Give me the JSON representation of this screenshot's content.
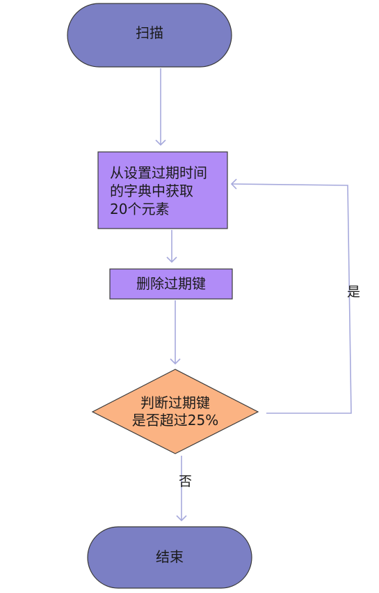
{
  "nodes": {
    "start": {
      "label": "扫描",
      "fill": "#7b7fc4"
    },
    "fetch": {
      "lines": [
        "从设置过期时间",
        "的字典中获取",
        "20个元素"
      ],
      "fill": "#b18cf7"
    },
    "delete": {
      "label": "删除过期键",
      "fill": "#b18cf7"
    },
    "decision": {
      "lines": [
        "判断过期键",
        "是否超过25%"
      ],
      "fill": "#fbb383"
    },
    "end": {
      "label": "结束",
      "fill": "#7b7fc4"
    }
  },
  "edges": {
    "yes_label": "是",
    "no_label": "否"
  },
  "colors": {
    "stroke": "#3a3a3a",
    "arrow": "#a6a9dc"
  }
}
